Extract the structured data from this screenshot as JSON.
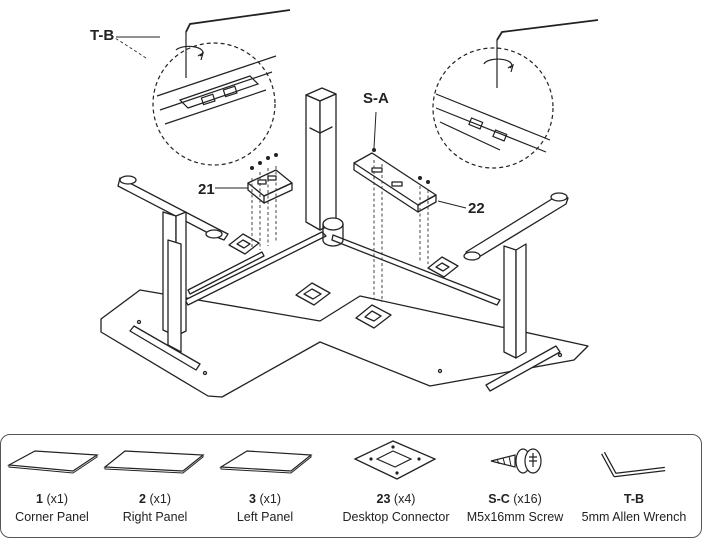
{
  "callouts": {
    "tb": "T-B",
    "sa": "S-A",
    "c21": "21",
    "c22": "22"
  },
  "parts": [
    {
      "id": "1",
      "qty": "(x1)",
      "name": "Corner Panel"
    },
    {
      "id": "2",
      "qty": "(x1)",
      "name": "Right Panel"
    },
    {
      "id": "3",
      "qty": "(x1)",
      "name": "Left Panel"
    },
    {
      "id": "23",
      "qty": "(x4)",
      "name": "Desktop Connector"
    },
    {
      "id": "S-C",
      "qty": "(x16)",
      "name": "M5x16mm Screw"
    },
    {
      "id": "T-B",
      "qty": "",
      "name": "5mm Allen Wrench"
    }
  ]
}
